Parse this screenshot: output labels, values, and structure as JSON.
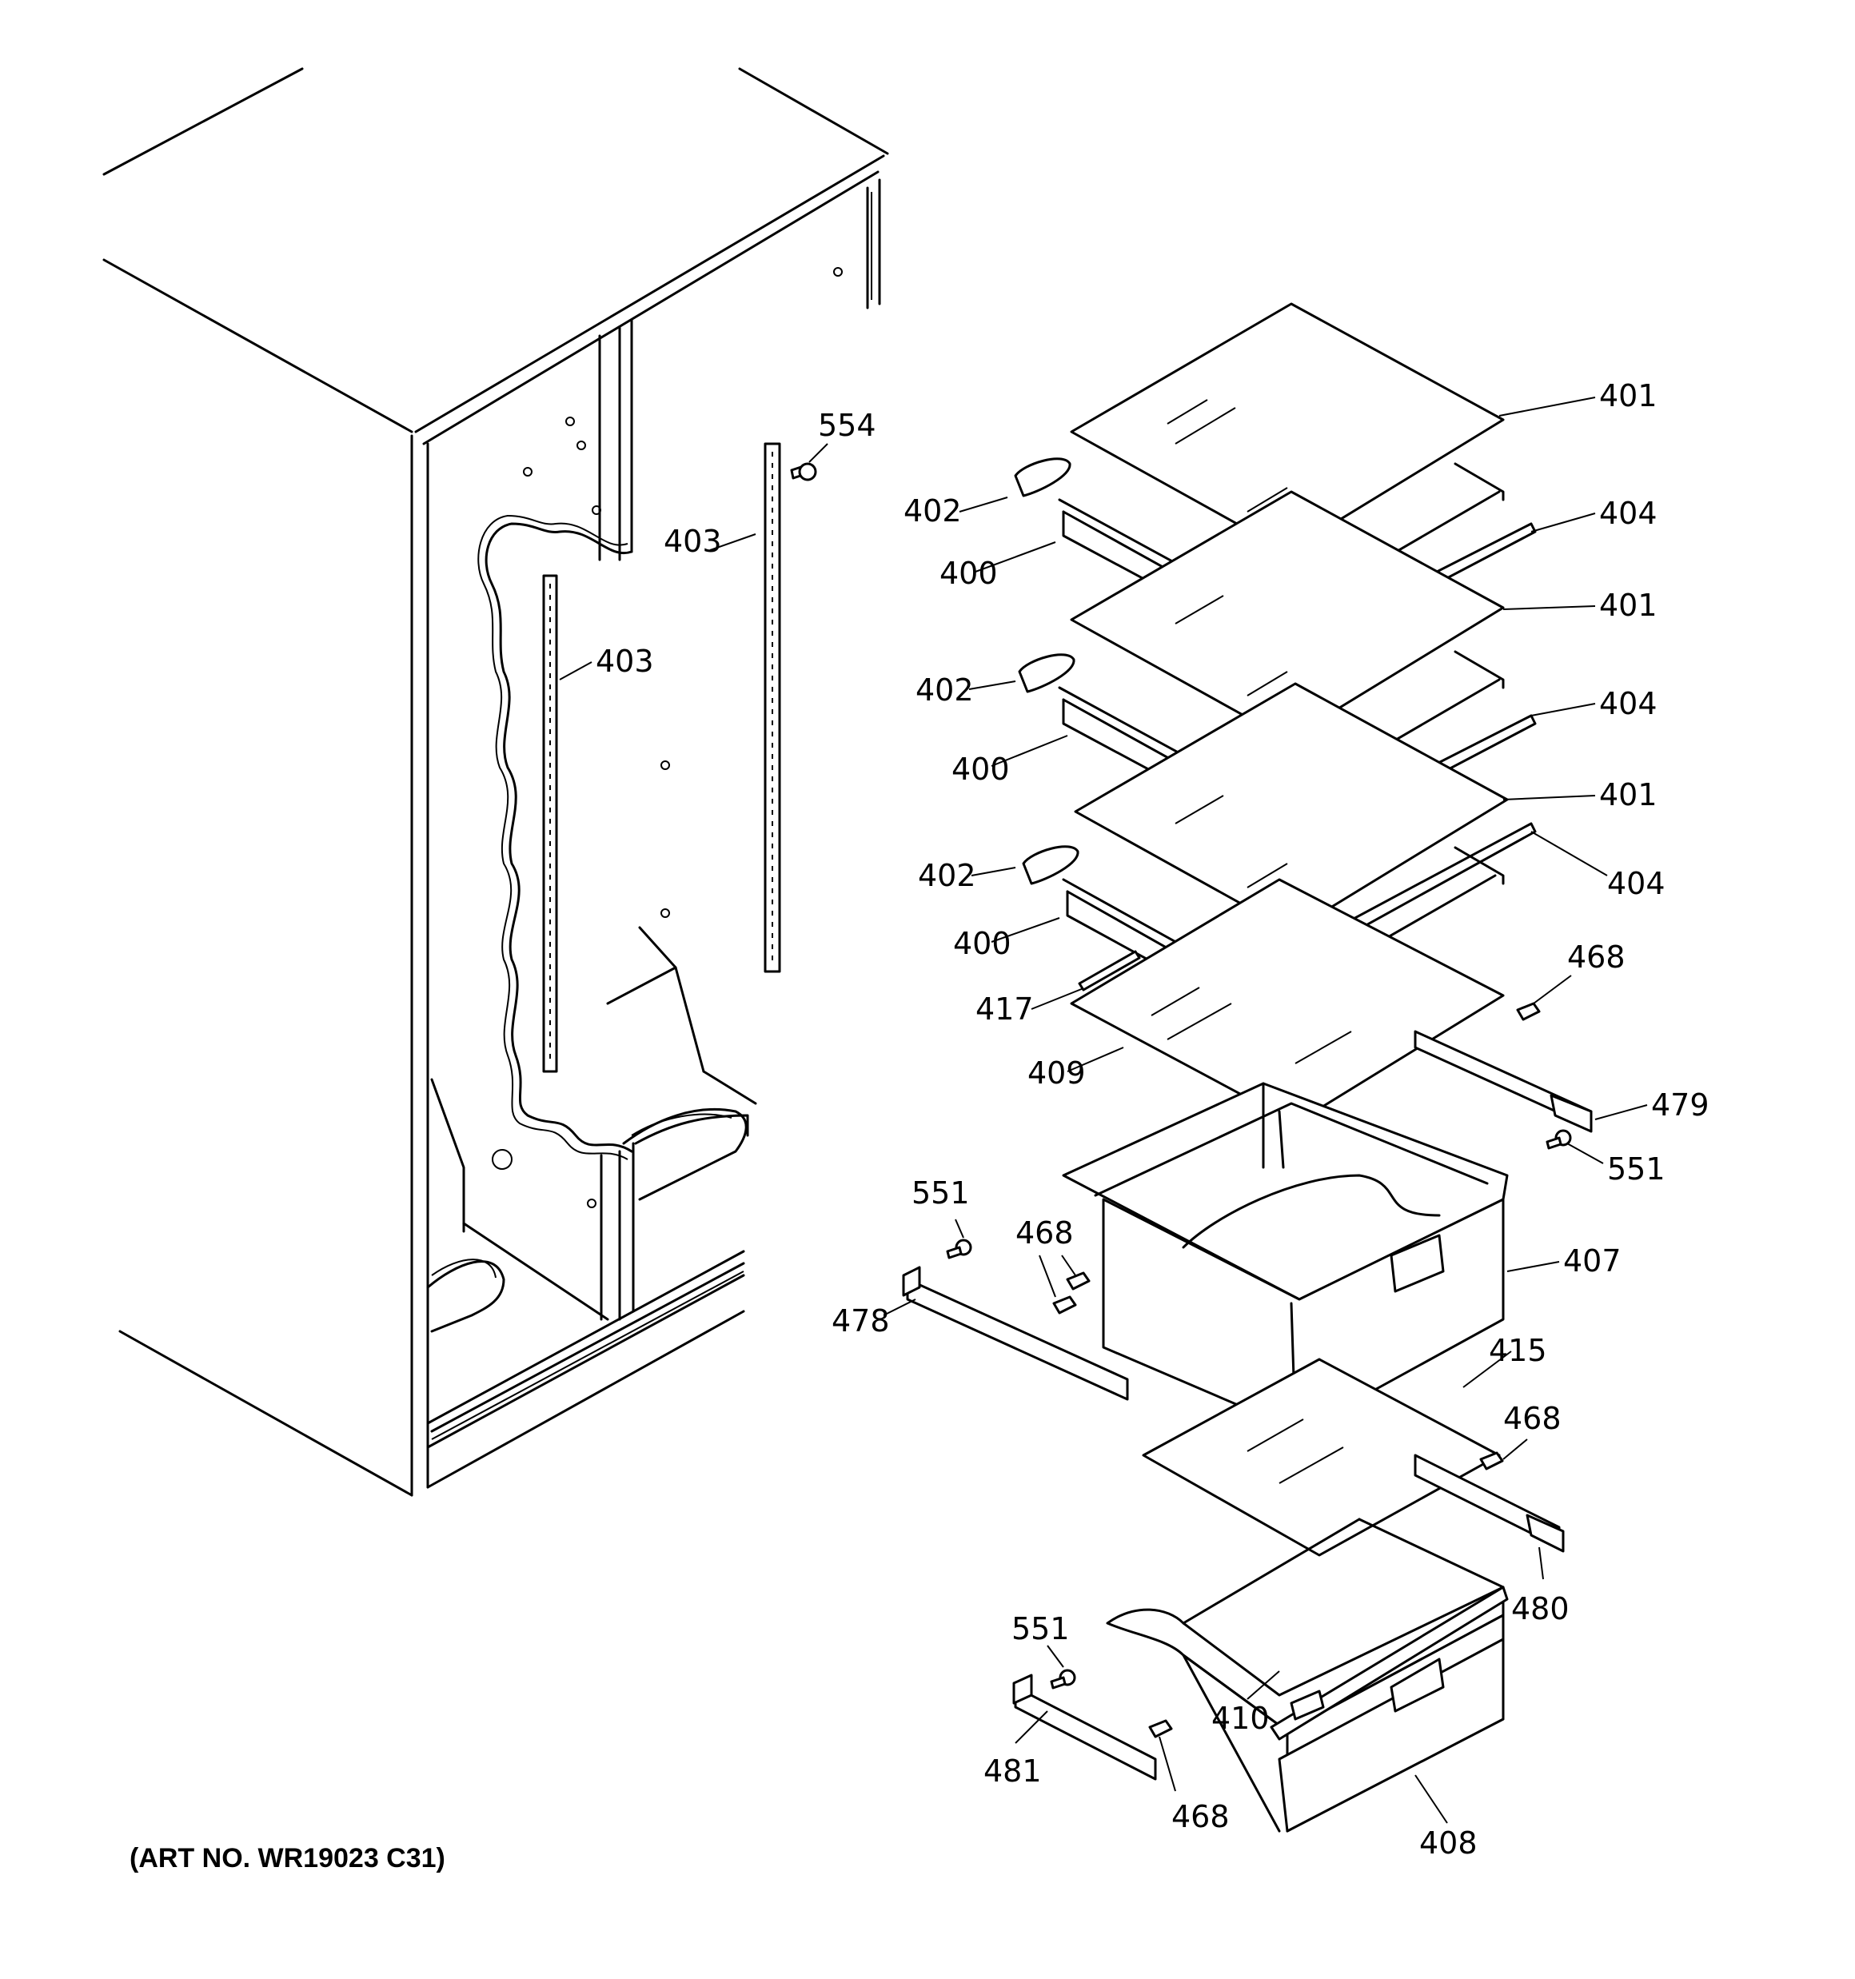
{
  "callouts": [
    {
      "id": "401",
      "text": "401"
    },
    {
      "id": "402",
      "text": "402"
    },
    {
      "id": "404",
      "text": "404"
    },
    {
      "id": "400",
      "text": "400"
    },
    {
      "id": "401",
      "text": "401"
    },
    {
      "id": "402",
      "text": "402"
    },
    {
      "id": "404",
      "text": "404"
    },
    {
      "id": "400",
      "text": "400"
    },
    {
      "id": "401",
      "text": "401"
    },
    {
      "id": "402",
      "text": "402"
    },
    {
      "id": "404",
      "text": "404"
    },
    {
      "id": "400",
      "text": "400"
    },
    {
      "id": "554",
      "text": "554"
    },
    {
      "id": "403",
      "text": "403"
    },
    {
      "id": "403",
      "text": "403"
    },
    {
      "id": "468",
      "text": "468"
    },
    {
      "id": "417",
      "text": "417"
    },
    {
      "id": "409",
      "text": "409"
    },
    {
      "id": "479",
      "text": "479"
    },
    {
      "id": "551",
      "text": "551"
    },
    {
      "id": "551",
      "text": "551"
    },
    {
      "id": "468",
      "text": "468"
    },
    {
      "id": "407",
      "text": "407"
    },
    {
      "id": "478",
      "text": "478"
    },
    {
      "id": "415",
      "text": "415"
    },
    {
      "id": "468",
      "text": "468"
    },
    {
      "id": "480",
      "text": "480"
    },
    {
      "id": "551",
      "text": "551"
    },
    {
      "id": "410",
      "text": "410"
    },
    {
      "id": "481",
      "text": "481"
    },
    {
      "id": "468",
      "text": "468"
    },
    {
      "id": "408",
      "text": "408"
    }
  ],
  "art_number": "(ART NO. WR19023 C31)"
}
